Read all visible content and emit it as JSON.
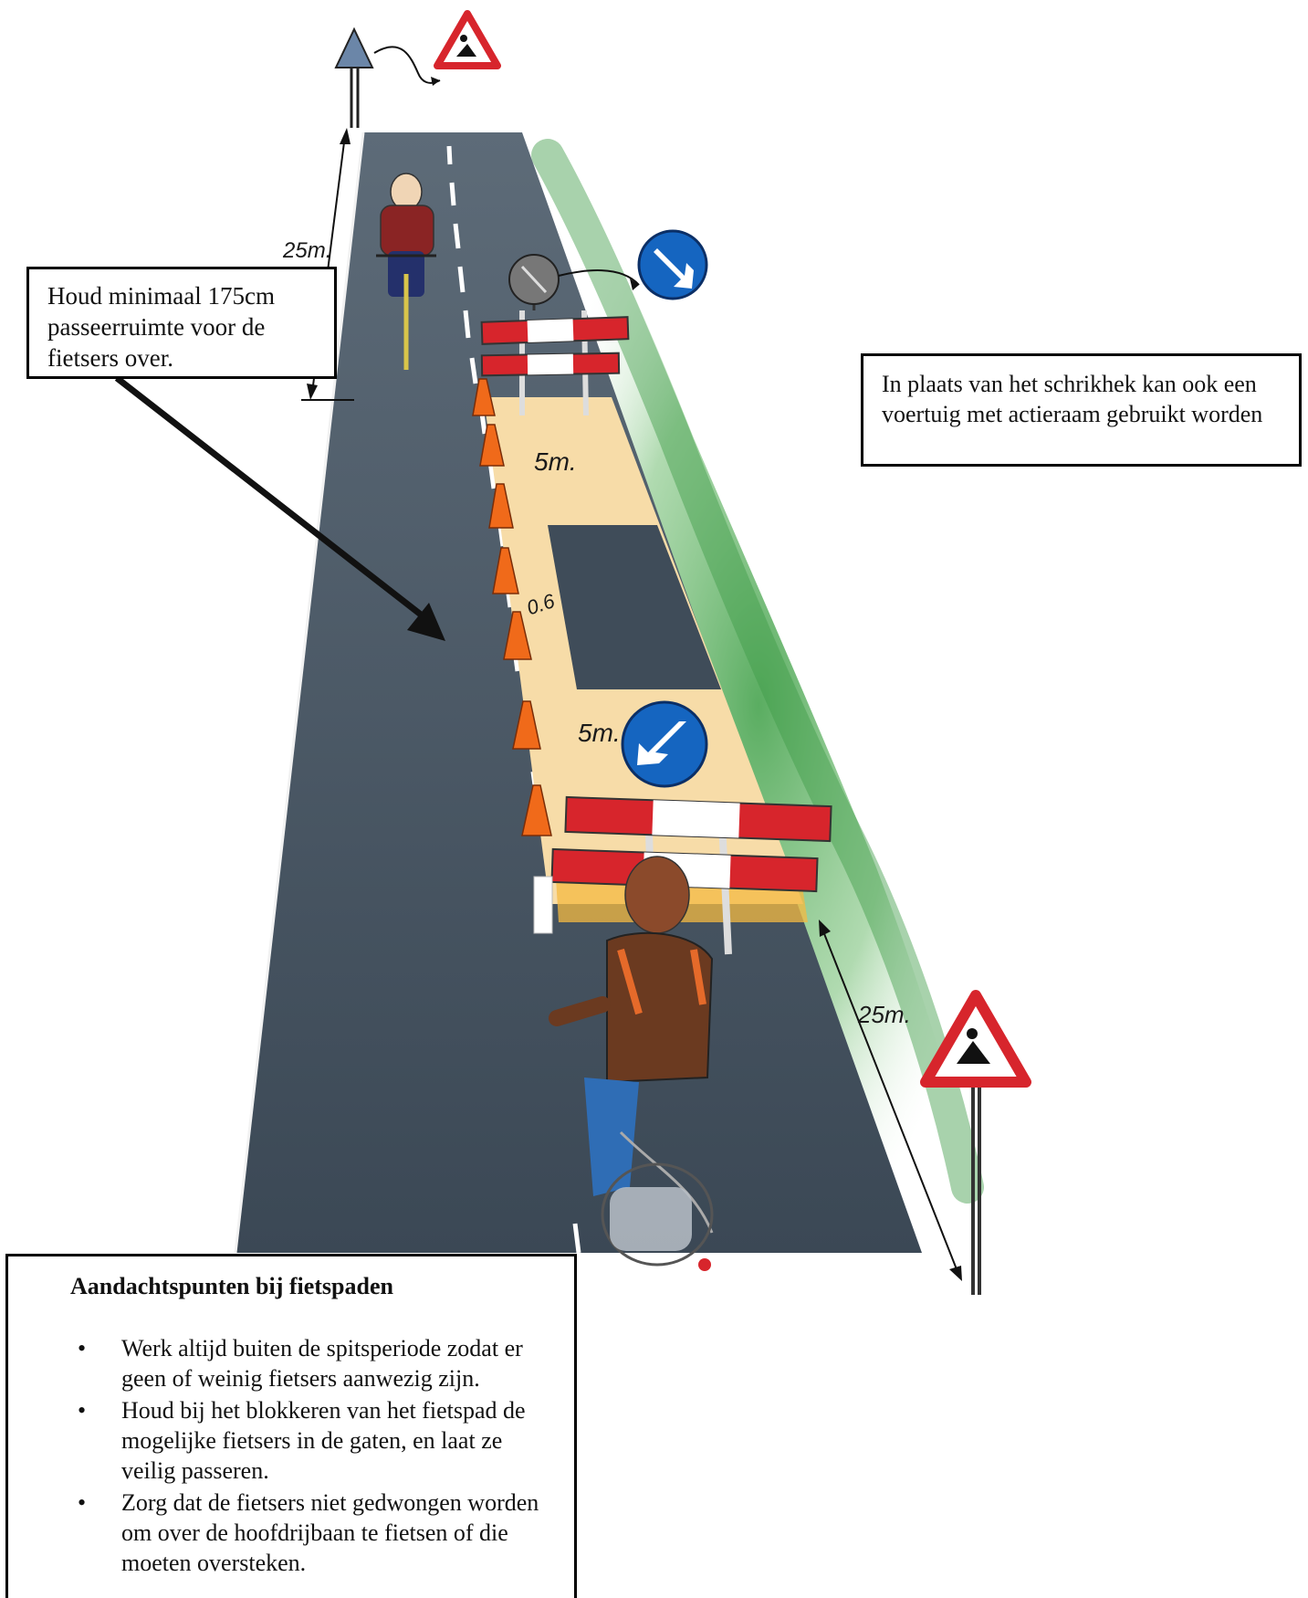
{
  "callouts": {
    "clearance": "Houd minimaal 175cm passeerruimte voor de fietsers over.",
    "vehicle": "In plaats van het schrikhek kan ook een voertuig met actieraam gebruikt worden",
    "points": {
      "title": "Aandachtspunten bij fietspaden",
      "items": [
        "Werk altijd buiten de spitsperiode zodat er geen of weinig fietsers aanwezig zijn.",
        "Houd bij het blokkeren van het fietspad de mogelijke fietsers in de gaten, en laat ze veilig passeren.",
        "Zorg dat de fietsers niet gedwongen worden om over de hoofdrijbaan te fietsen of die moeten oversteken."
      ]
    }
  },
  "dimensions": {
    "top_distance": "25m.",
    "bottom_distance": "25m.",
    "zone_top": "5m.",
    "zone_middle": "0.6",
    "zone_bottom": "5m."
  },
  "colors": {
    "road": "#3f4c59",
    "work_zone": "#f7dca8",
    "barrier_red": "#d7252c",
    "cone_orange": "#f06a1a",
    "sign_blue": "#1565c0",
    "grass": "#4cab4c"
  },
  "icons": {
    "warning_sign": "roadwork-triangle-icon",
    "keep_right_sign": "keep-right-arrow-icon",
    "keep_left_sign": "keep-left-arrow-icon"
  }
}
